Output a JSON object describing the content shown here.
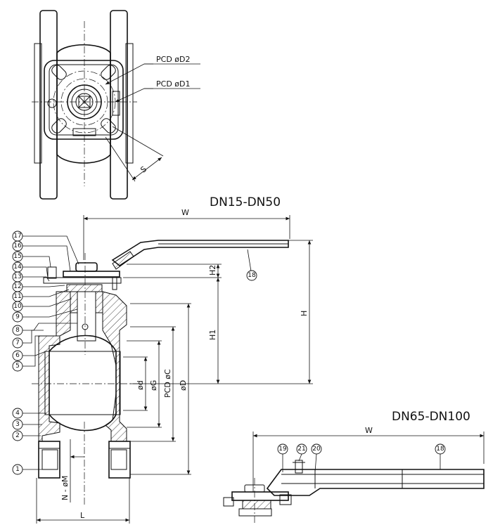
{
  "titles": {
    "small": "DN15-DN50",
    "large": "DN65-DN100"
  },
  "labels": {
    "pcd_d2": "PCD  øD2",
    "pcd_d1": "PCD  øD1",
    "s": "S",
    "w_top": "W",
    "w_bottom": "W",
    "h": "H",
    "h1": "H1",
    "h2": "H2",
    "l": "L",
    "d_small": "ød",
    "g": "øG",
    "pcd_c": "PCD  øC",
    "d_big": "øD",
    "n_m": "N - øM"
  },
  "balloons": [
    "1",
    "2",
    "3",
    "4",
    "5",
    "6",
    "7",
    "8",
    "9",
    "10",
    "11",
    "12",
    "13",
    "14",
    "15",
    "16",
    "17",
    "18",
    "18",
    "19",
    "20",
    "21"
  ]
}
